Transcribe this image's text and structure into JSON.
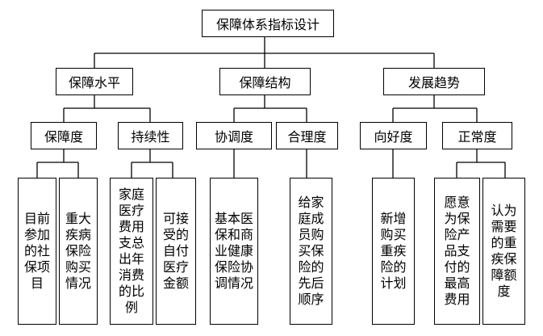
{
  "root": "保障体系指标设计",
  "level1": [
    "保障水平",
    "保障结构",
    "发展趋势"
  ],
  "level2": [
    "保障度",
    "持续性",
    "协调度",
    "合理度",
    "向好度",
    "正常度"
  ],
  "leaves": [
    "目前参加的社保项目",
    "重大疾病保险购买情况",
    "家庭医疗费用支总出年消费的比例",
    "可接受的自付医疗金额",
    "基本医保和商业健康保险协调情况",
    "给家庭成员购买保险的先后顺序",
    "新增购买重疾险的计划",
    "愿意为保险产品支付的最高费用",
    "认为需要的重疾保障额度"
  ]
}
